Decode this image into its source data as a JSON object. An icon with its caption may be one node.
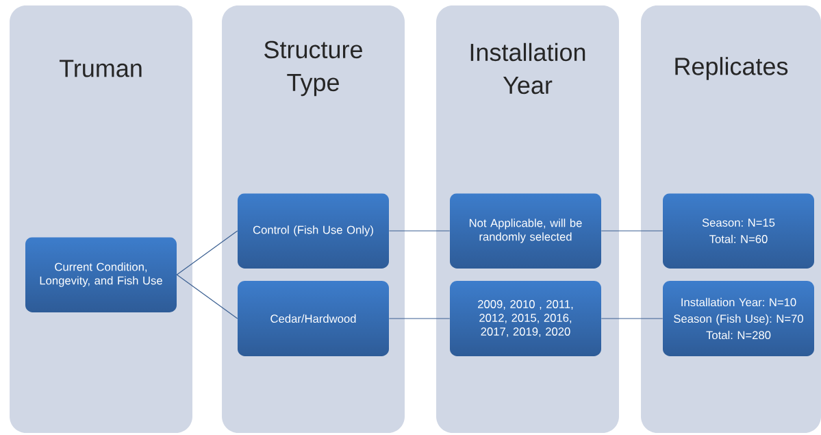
{
  "diagram": {
    "nodes": [
      {
        "text": [
          "Truman"
        ]
      },
      {
        "text": [
          "Structure Type"
        ]
      },
      {
        "text": [
          "Installation Year"
        ]
      },
      {
        "text": [
          "Replicates"
        ]
      },
      {
        "text": [
          "Current Condition, Longevity, and Fish Use"
        ],
        "in": 0
      },
      {
        "text": [
          "Control (Fish Use Only)"
        ],
        "in": 1
      },
      {
        "text": [
          "Cedar/Hardwood"
        ],
        "in": 1
      },
      {
        "text": [
          "Not Applicable, will be randomly selected"
        ],
        "in": 2
      },
      {
        "text": [
          "2009, 2010 , 2011, 2012, 2015, 2016, 2017, 2019, 2020"
        ],
        "in": 2
      },
      {
        "text": [
          "Season: N=15",
          "Total: N=60"
        ],
        "in": 3
      },
      {
        "text": [
          "Installation Year: N=10",
          "Season (Fish Use): N=70",
          "Total: N=280"
        ],
        "in": 3
      }
    ],
    "edges": [
      {
        "from": 4,
        "to": 5,
        "arrow": "none"
      },
      {
        "from": 4,
        "to": 6,
        "arrow": "none"
      },
      {
        "from": 5,
        "to": 7,
        "arrow": "none"
      },
      {
        "from": 6,
        "to": 8,
        "arrow": "none"
      },
      {
        "from": 7,
        "to": 9,
        "arrow": "none"
      },
      {
        "from": 8,
        "to": 10,
        "arrow": "none"
      }
    ]
  }
}
